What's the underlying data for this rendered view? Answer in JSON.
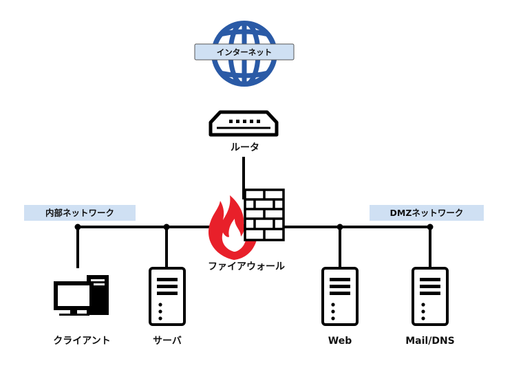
{
  "nodes": {
    "internet": {
      "label": "インターネット"
    },
    "router": {
      "label": "ルータ"
    },
    "firewall": {
      "label": "ファイアウォール"
    },
    "client": {
      "label": "クライアント"
    },
    "server": {
      "label": "サーバ"
    },
    "web": {
      "label": "Web"
    },
    "mail_dns": {
      "label": "Mail/DNS"
    }
  },
  "segments": {
    "internal": {
      "label": "内部ネットワーク"
    },
    "dmz": {
      "label": "DMZネットワーク"
    }
  },
  "colors": {
    "globe": "#2a5aa6",
    "label_box": "#cfe0f3",
    "line": "#000000",
    "flame": "#e8202a"
  }
}
